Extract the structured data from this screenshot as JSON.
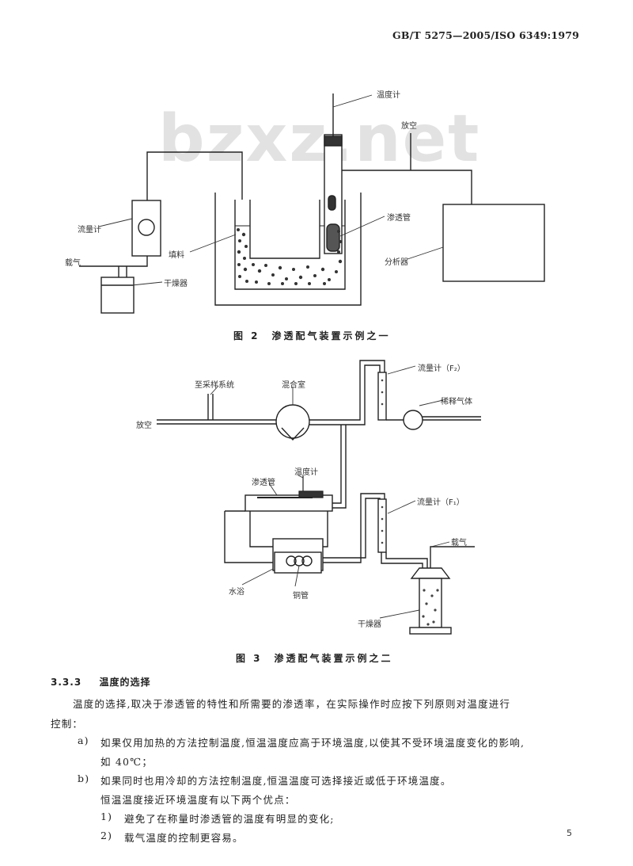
{
  "header": {
    "standard_number": "GB/T 5275—2005/ISO 6349:1979"
  },
  "watermark": "bzxz.net",
  "figure2": {
    "labels": {
      "thermometer": "温度计",
      "to_flow": "放空",
      "flow_meter": "流量计",
      "filler": "填料",
      "carrier_gas": "载气",
      "drier": "干燥器",
      "permeation_tube": "渗透管",
      "analyzer": "分析器"
    },
    "caption": "图 2　渗透配气装置示例之一"
  },
  "figure3": {
    "labels": {
      "to_sampling": "至采样系统",
      "mixing_chamber": "混合室",
      "vent": "放空",
      "flow_meter_f2": "流量计（F₂）",
      "dilution_gas": "稀释气体",
      "permeation_tube": "渗透管",
      "thermometer": "温度计",
      "flow_meter_f1": "流量计（F₁）",
      "carrier_gas": "载气",
      "water_bath": "水浴",
      "copper_tube": "铜管",
      "drier": "干燥器"
    },
    "caption": "图 3　渗透配气装置示例之二"
  },
  "section": {
    "number": "3.3.3",
    "title": "温度的选择",
    "para1_line1": "温度的选择,取决于渗透管的特性和所需要的渗透率，在实际操作时应按下列原则对温度进行",
    "para1_line2": "控制：",
    "items": [
      {
        "marker": "a)",
        "line1": "如果仅用加热的方法控制温度,恒温温度应高于环境温度,以使其不受环境温度变化的影响,",
        "line2": "如 40℃；"
      },
      {
        "marker": "b)",
        "line1": "如果同时也用冷却的方法控制温度,恒温温度可选择接近或低于环境温度。",
        "line2": "恒温温度接近环境温度有以下两个优点："
      }
    ],
    "sub_items": [
      {
        "marker": "1)",
        "text": "避免了在称量时渗透管的温度有明显的变化;"
      },
      {
        "marker": "2)",
        "text": "载气温度的控制更容易。"
      }
    ]
  },
  "page_number": "5"
}
